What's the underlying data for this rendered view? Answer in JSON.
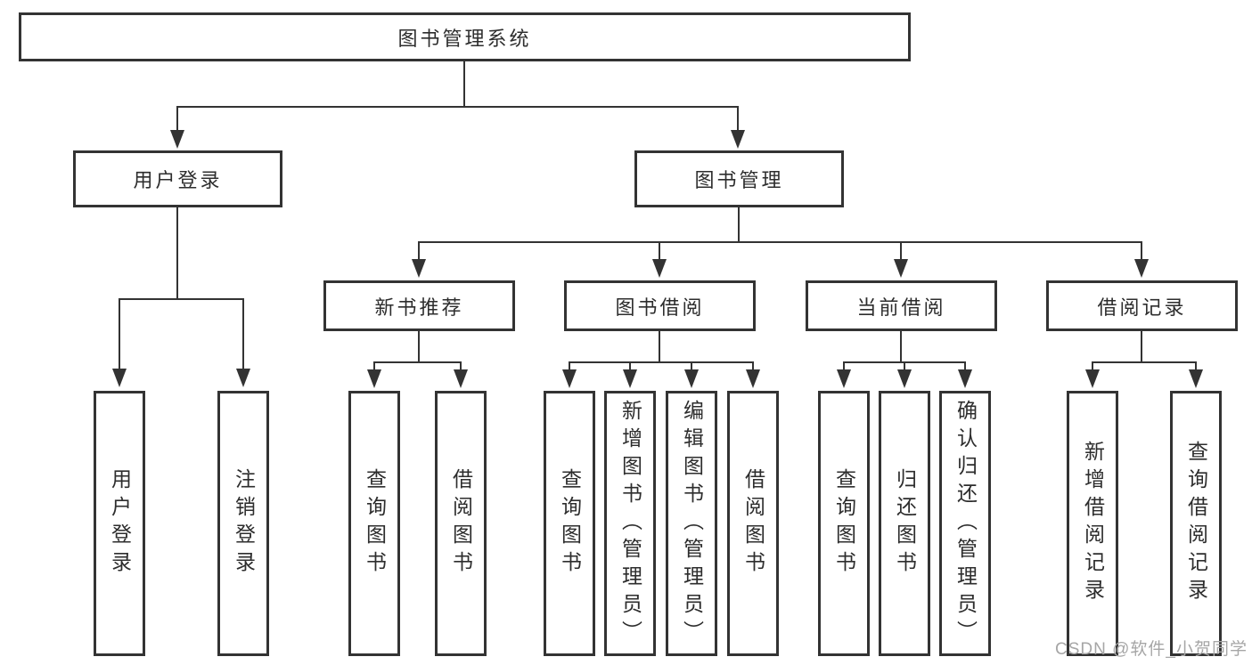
{
  "diagram": {
    "title_node": {
      "label": "图书管理系统"
    },
    "level2": [
      {
        "label": "用户登录"
      },
      {
        "label": "图书管理"
      }
    ],
    "level3": [
      {
        "label": "新书推荐"
      },
      {
        "label": "图书借阅"
      },
      {
        "label": "当前借阅"
      },
      {
        "label": "借阅记录"
      }
    ],
    "leaves": [
      {
        "label": "用户登录"
      },
      {
        "label": "注销登录"
      },
      {
        "label": "查询图书"
      },
      {
        "label": "借阅图书"
      },
      {
        "label": "查询图书"
      },
      {
        "label": "新增图书（管理员）"
      },
      {
        "label": "编辑图书（管理员）"
      },
      {
        "label": "借阅图书"
      },
      {
        "label": "查询图书"
      },
      {
        "label": "归还图书"
      },
      {
        "label": "确认归还（管理员）"
      },
      {
        "label": "新增借阅记录"
      },
      {
        "label": "查询借阅记录"
      }
    ],
    "watermark": "CSDN @软件_小贺同学",
    "colors": {
      "line": "#333333",
      "text": "#2d2d2d",
      "watermark": "#a6a6a6",
      "background": "#ffffff"
    }
  }
}
